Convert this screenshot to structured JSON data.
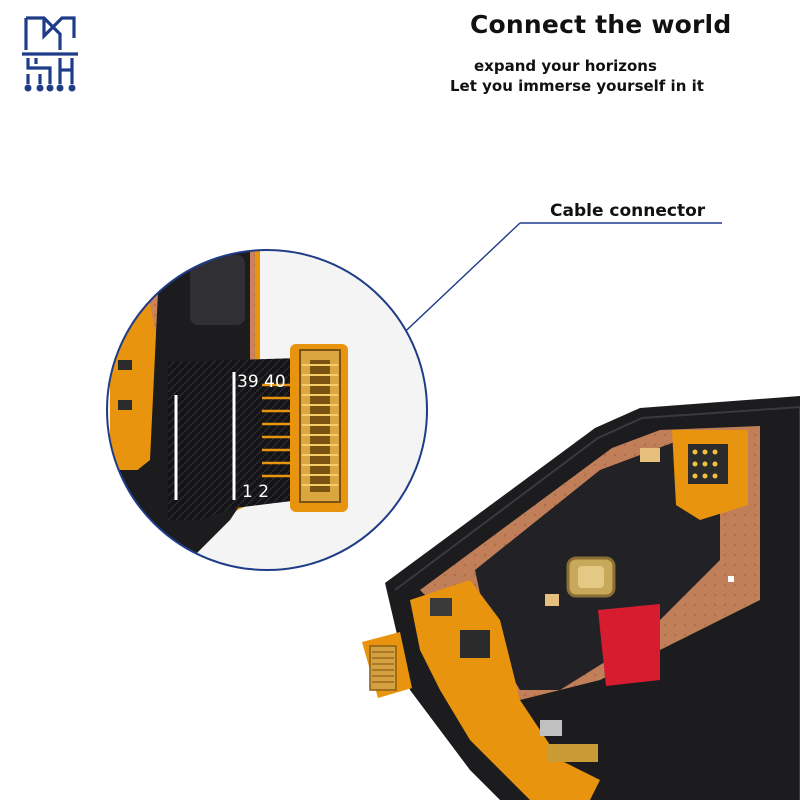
{
  "header": {
    "headline": "Connect the world",
    "subline_1": "expand your horizons",
    "subline_2": "Let you immerse yourself in it"
  },
  "callout": {
    "label": "Cable connector"
  },
  "zoom_inset": {
    "pin_top": "39 40",
    "pin_bottom": "1 2"
  },
  "colors": {
    "navy_accent": "#1f3c88",
    "flex_orange": "#e8940e",
    "panel_black": "#1c1c1e",
    "red_tape": "#d81c30"
  },
  "icons": {
    "logo": "circuit-logo-icon"
  }
}
